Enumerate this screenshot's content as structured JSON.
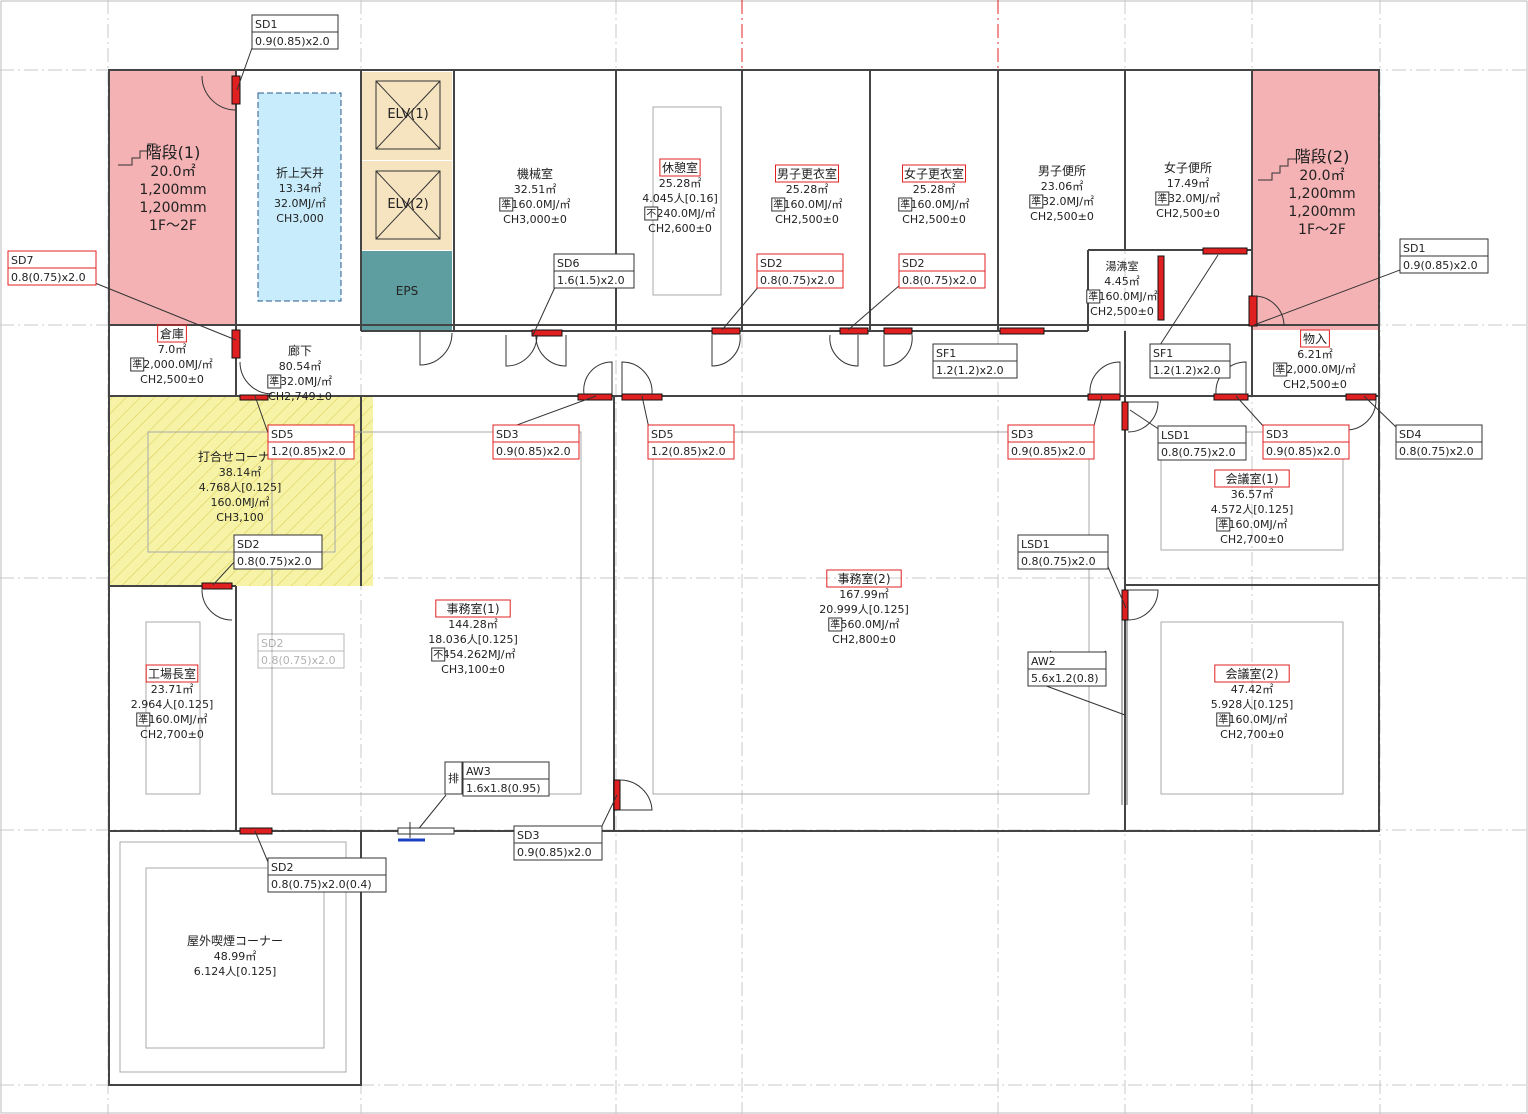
{
  "colors": {
    "stair": "#f4b2b4",
    "elevator": "#f6e3c0",
    "eps": "#5f9ea0",
    "ceiling": "#c8ecfb",
    "meeting_corner": "#f7f3a6",
    "door_red": "#e02020",
    "grid_red": "#e02020"
  },
  "rooms": [
    {
      "id": "stair1",
      "name": "階段(1)",
      "lines": [
        "20.0㎡",
        "1,200mm",
        "1,200mm",
        "1F～2F"
      ]
    },
    {
      "id": "ceiling",
      "name": "折上天井",
      "lines": [
        "13.34㎡",
        "32.0MJ/㎡",
        "CH3,000"
      ]
    },
    {
      "id": "elv1",
      "name": "ELV(1)",
      "lines": []
    },
    {
      "id": "elv2",
      "name": "ELV(2)",
      "lines": []
    },
    {
      "id": "eps",
      "name": "EPS",
      "lines": []
    },
    {
      "id": "machine",
      "name": "機械室",
      "lines": [
        "32.51㎡",
        "160.0MJ/㎡",
        "CH3,000±0"
      ],
      "mark": "準"
    },
    {
      "id": "rest",
      "name": "休憩室",
      "lines": [
        "25.28㎡",
        "4.045人[0.16]",
        "240.0MJ/㎡",
        "CH2,600±0"
      ],
      "mark": "不",
      "boxed": true
    },
    {
      "id": "mlocker",
      "name": "男子更衣室",
      "lines": [
        "25.28㎡",
        "160.0MJ/㎡",
        "CH2,500±0"
      ],
      "mark": "準",
      "boxed": true
    },
    {
      "id": "wlocker",
      "name": "女子更衣室",
      "lines": [
        "25.28㎡",
        "160.0MJ/㎡",
        "CH2,500±0"
      ],
      "mark": "準",
      "boxed": true
    },
    {
      "id": "mwc",
      "name": "男子便所",
      "lines": [
        "23.06㎡",
        "32.0MJ/㎡",
        "CH2,500±0"
      ],
      "mark": "準"
    },
    {
      "id": "wwc",
      "name": "女子便所",
      "lines": [
        "17.49㎡",
        "32.0MJ/㎡",
        "CH2,500±0"
      ],
      "mark": "準"
    },
    {
      "id": "stair2",
      "name": "階段(2)",
      "lines": [
        "20.0㎡",
        "1,200mm",
        "1,200mm",
        "1F～2F"
      ]
    },
    {
      "id": "kitchen",
      "name": "湯沸室",
      "lines": [
        "4.45㎡",
        "160.0MJ/㎡",
        "CH2,500±0"
      ],
      "mark": "準"
    },
    {
      "id": "storage",
      "name": "倉庫",
      "lines": [
        "7.0㎡",
        "2,000.0MJ/㎡",
        "CH2,500±0"
      ],
      "mark": "準",
      "boxed": true
    },
    {
      "id": "corridor",
      "name": "廊下",
      "lines": [
        "80.54㎡",
        "32.0MJ/㎡",
        "CH2,749±0"
      ],
      "mark": "準"
    },
    {
      "id": "closet",
      "name": "物入",
      "lines": [
        "6.21㎡",
        "2,000.0MJ/㎡",
        "CH2,500±0"
      ],
      "mark": "準",
      "boxed": true
    },
    {
      "id": "meetcorner",
      "name": "打合せコーナー",
      "lines": [
        "38.14㎡",
        "4.768人[0.125]",
        "160.0MJ/㎡",
        "CH3,100"
      ]
    },
    {
      "id": "office1",
      "name": "事務室(1)",
      "lines": [
        "144.28㎡",
        "18.036人[0.125]",
        "454.262MJ/㎡",
        "CH3,100±0"
      ],
      "mark": "不",
      "boxed": true
    },
    {
      "id": "office2",
      "name": "事務室(2)",
      "lines": [
        "167.99㎡",
        "20.999人[0.125]",
        "560.0MJ/㎡",
        "CH2,800±0"
      ],
      "mark": "準",
      "boxed": true
    },
    {
      "id": "meet1",
      "name": "会議室(1)",
      "lines": [
        "36.57㎡",
        "4.572人[0.125]",
        "160.0MJ/㎡",
        "CH2,700±0"
      ],
      "mark": "準",
      "boxed": true
    },
    {
      "id": "meet2",
      "name": "会議室(2)",
      "lines": [
        "47.42㎡",
        "5.928人[0.125]",
        "160.0MJ/㎡",
        "CH2,700±0"
      ],
      "mark": "準",
      "boxed": true
    },
    {
      "id": "factory",
      "name": "工場長室",
      "lines": [
        "23.71㎡",
        "2.964人[0.125]",
        "160.0MJ/㎡",
        "CH2,700±0"
      ],
      "mark": "準",
      "boxed": true
    },
    {
      "id": "smoking",
      "name": "屋外喫煙コーナー",
      "lines": [
        "48.99㎡",
        "6.124人[0.125]"
      ]
    }
  ],
  "tags": [
    {
      "code": "SD1",
      "spec": "0.9(0.85)x2.0",
      "red": false
    },
    {
      "code": "SD7",
      "spec": "0.8(0.75)x2.0",
      "red": true
    },
    {
      "code": "SD6",
      "spec": "1.6(1.5)x2.0",
      "red": false
    },
    {
      "code": "SD2",
      "spec": "0.8(0.75)x2.0",
      "red": true
    },
    {
      "code": "SD2",
      "spec": "0.8(0.75)x2.0",
      "red": true
    },
    {
      "code": "SD1",
      "spec": "0.9(0.85)x2.0",
      "red": false
    },
    {
      "code": "SF1",
      "spec": "1.2(1.2)x2.0",
      "red": false
    },
    {
      "code": "SF1",
      "spec": "1.2(1.2)x2.0",
      "red": false
    },
    {
      "code": "SD5",
      "spec": "1.2(0.85)x2.0",
      "red": true
    },
    {
      "code": "SD3",
      "spec": "0.9(0.85)x2.0",
      "red": true
    },
    {
      "code": "SD5",
      "spec": "1.2(0.85)x2.0",
      "red": true
    },
    {
      "code": "SD3",
      "spec": "0.9(0.85)x2.0",
      "red": true
    },
    {
      "code": "LSD1",
      "spec": "0.8(0.75)x2.0",
      "red": false
    },
    {
      "code": "SD3",
      "spec": "0.9(0.85)x2.0",
      "red": true
    },
    {
      "code": "SD4",
      "spec": "0.8(0.75)x2.0",
      "red": false
    },
    {
      "code": "SD2",
      "spec": "0.8(0.75)x2.0",
      "red": false
    },
    {
      "code": "LSD1",
      "spec": "0.8(0.75)x2.0",
      "red": false
    },
    {
      "code": "AW2",
      "spec": "5.6x1.2(0.8)",
      "red": false
    },
    {
      "code": "AW3",
      "spec": "1.6x1.8(0.95)",
      "red": false
    },
    {
      "code": "SD3",
      "spec": "0.9(0.85)x2.0",
      "red": false
    },
    {
      "code": "SD2",
      "spec": "0.8(0.75)x2.0(0.4)",
      "red": false
    },
    {
      "code": "SD2",
      "spec": "0.8(0.75)x2.0",
      "red": false
    }
  ],
  "symbols": {
    "exhaust": "排"
  }
}
